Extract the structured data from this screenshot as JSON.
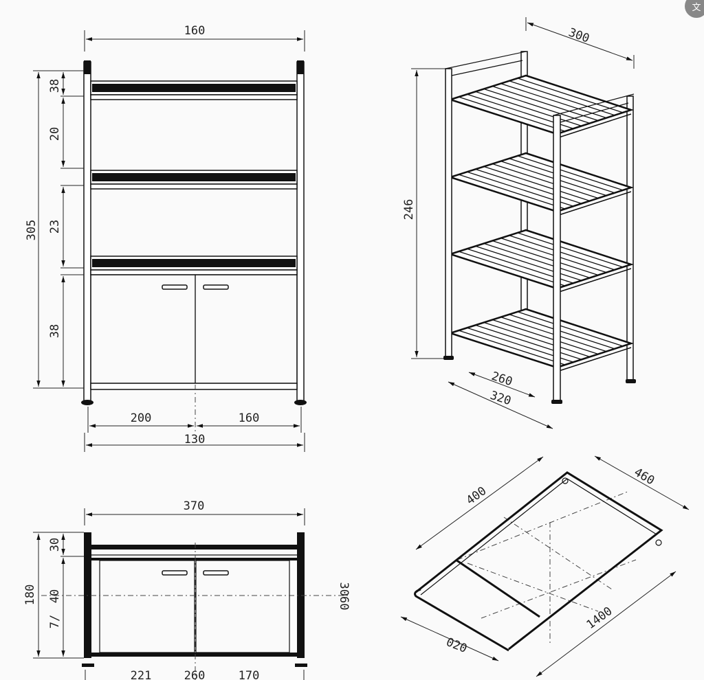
{
  "front_view": {
    "width_top": "160",
    "height_total": "305",
    "seg_1": "38",
    "seg_2": "20",
    "seg_3": "23",
    "seg_4": "38",
    "bottom_left": "200",
    "bottom_right": "160",
    "bottom_total": "130"
  },
  "perspective_view": {
    "depth_top": "300",
    "height": "246",
    "inner_width": "260",
    "outer_width": "320"
  },
  "cabinet_view": {
    "width": "370",
    "height_total": "180",
    "seg_top": "30",
    "seg_mid": "40",
    "seg_note": "7/",
    "center_label": "3060",
    "bottom_1": "221",
    "bottom_2": "260",
    "bottom_3": "170"
  },
  "tray_view": {
    "length_left": "400",
    "width_right": "460",
    "length_right": "1400",
    "width_front": "020"
  },
  "translate_button": {
    "label": "文",
    "icon": "translate-icon"
  }
}
